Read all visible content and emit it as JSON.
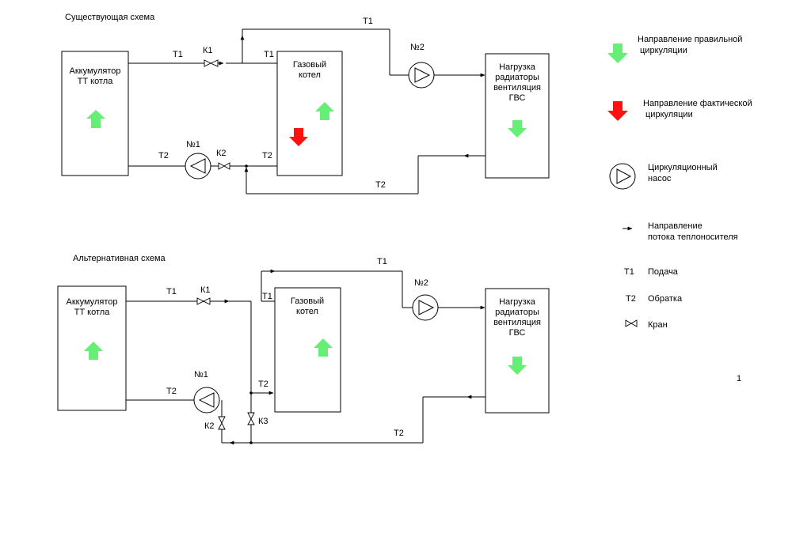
{
  "colors": {
    "correct_arrow": "#66ee77",
    "actual_arrow": "#ff1111",
    "line": "#000000"
  },
  "existing": {
    "title": "Существующая схема",
    "accumulator": [
      "Аккумулятор",
      "ТТ котла"
    ],
    "boiler": [
      "Газовый",
      "котел"
    ],
    "load": [
      "Нагрузка",
      "радиаторы",
      "вентиляция",
      "ГВС"
    ],
    "labels": {
      "t1_left": "Т1",
      "k1": "К1",
      "t1_mid": "Т1",
      "t1_top": "Т1",
      "pump2": "№2",
      "t2_left": "Т2",
      "pump1": "№1",
      "k2": "К2",
      "t2_mid": "Т2",
      "t2_bottom": "Т2"
    }
  },
  "alternative": {
    "title": "Альтернативная  схема",
    "accumulator": [
      "Аккумулятор",
      "ТТ котла"
    ],
    "boiler": [
      "Газовый",
      "котел"
    ],
    "load": [
      "Нагрузка",
      "радиаторы",
      "вентиляция",
      "ГВС"
    ],
    "labels": {
      "t1_left": "Т1",
      "k1": "К1",
      "t1_mid": "Т1",
      "t1_top": "Т1",
      "pump2": "№2",
      "t2_left": "Т2",
      "pump1": "№1",
      "t2_mid": "Т2",
      "k2": "К2",
      "k3": "К3",
      "t2_bottom": "Т2"
    }
  },
  "legend": {
    "correct": [
      "Направление правильной",
      "циркуляции"
    ],
    "actual": [
      "Направление фактической",
      "циркуляции"
    ],
    "pump": [
      "Циркуляционный",
      "насос"
    ],
    "flow": [
      "Направление",
      "потока теплоносителя"
    ],
    "t1_code": "Т1",
    "t1_text": "Подача",
    "t2_code": "Т2",
    "t2_text": "Обратка",
    "valve": "Кран"
  },
  "page_mark": "1"
}
